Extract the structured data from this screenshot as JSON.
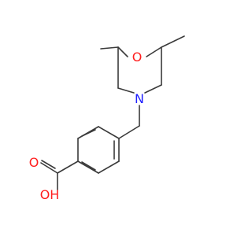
{
  "molecule": {
    "atoms": [
      {
        "id": "O1",
        "element": "O",
        "label": "O",
        "color": "#ff1e1e"
      },
      {
        "id": "N1",
        "element": "N",
        "label": "N",
        "color": "#1e1eff"
      },
      {
        "id": "O2",
        "element": "O",
        "label": "O",
        "color": "#ff1e1e"
      },
      {
        "id": "O3",
        "element": "O",
        "label": "OH",
        "color": "#ff1e1e"
      }
    ],
    "bond_color": "#3a3a3a"
  }
}
